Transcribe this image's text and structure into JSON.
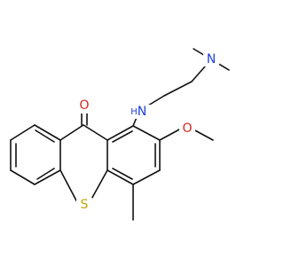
{
  "molecule": {
    "atoms": {
      "nitrogen_top": "N",
      "nitrogen_amine": "N",
      "hydrogen_amine": "H",
      "oxygen_carbonyl": "O",
      "oxygen_methoxy": "O",
      "sulfur": "S"
    },
    "colors": {
      "nitrogen": "#1f3fd6",
      "oxygen": "#e0241a",
      "sulfur": "#c7a400",
      "bond": "#111111"
    }
  }
}
